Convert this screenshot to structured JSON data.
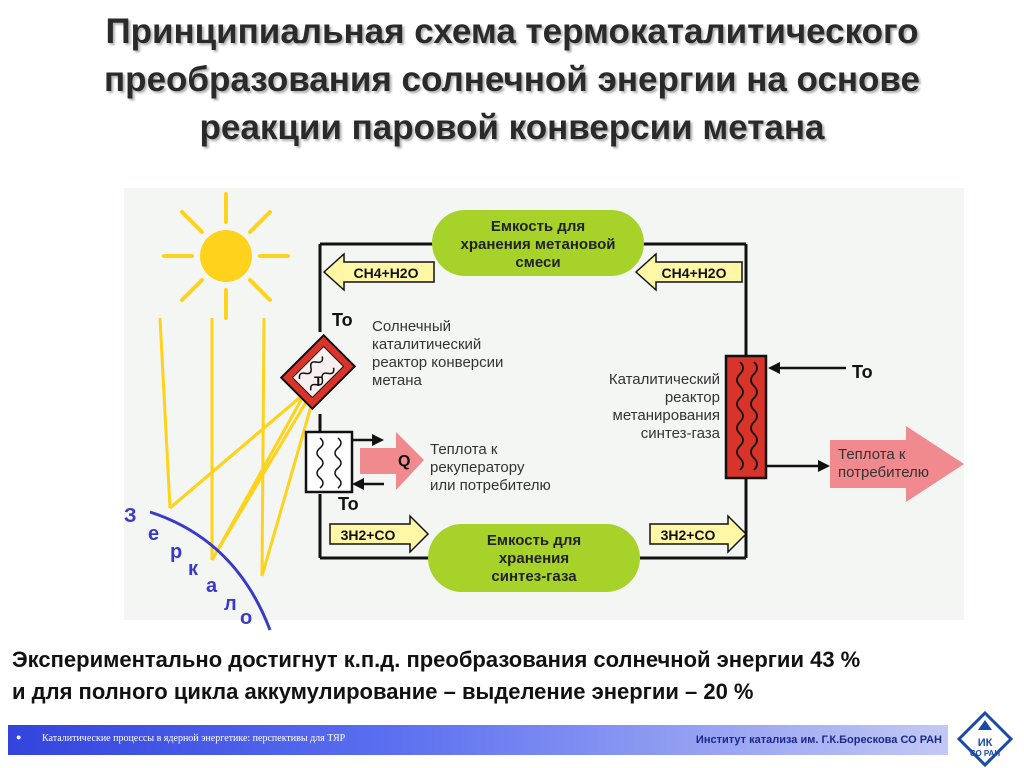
{
  "title": {
    "line1": "Принципиальная схема термокаталитического",
    "line2": "преобразования солнечной энергии на основе",
    "line3": "реакции паровой конверсии метана"
  },
  "diagram": {
    "storage_methane": [
      "Емкость для",
      "хранения метановой",
      "смеси"
    ],
    "storage_syngas": [
      "Емкость для",
      "хранения",
      "синтез-газа"
    ],
    "arrow_ch4_left": "CH4+H2O",
    "arrow_ch4_right": "CH4+H2O",
    "arrow_h2co_left": "3H2+CO",
    "arrow_h2co_right": "3H2+CO",
    "solar_reactor_label": [
      "Солнечный",
      "каталитический",
      "реактор конверсии",
      "метана"
    ],
    "methanation_label": [
      "Каталитический",
      "реактор",
      "метанирования",
      "синтез-газа"
    ],
    "heat_recuperator_label": [
      "Теплота к",
      "рекуператору",
      "или потребителю"
    ],
    "heat_consumer_label": [
      "Теплота к",
      "потребителю"
    ],
    "q_label": "Q",
    "t_reactor": "T",
    "t0_top": "To",
    "t0_bottom": "To",
    "t0_right": "To",
    "mirror_label": [
      "З",
      "е",
      "р",
      "к",
      "а",
      "л",
      "о"
    ]
  },
  "note": {
    "line1": "Экспериментально достигнут к.п.д. преобразования солнечной энергии 43 %",
    "line2": "и для полного цикла аккумулирование – выделение энергии – 20 %"
  },
  "footer": {
    "left": "Каталитические процессы в ядерной энергетике: перспективы для ТЯР",
    "right": "Институт катализа им. Г.К.Борескова СО РАН",
    "logo_line1": "ИК",
    "logo_line2": "СО РАН"
  },
  "colors": {
    "green": "#a6d22a",
    "yellow_arrow": "#fff7a6",
    "red_reactor": "#d8342a",
    "pink_arrow": "#f08a8e",
    "sun": "#ffd21c",
    "mirror": "#3a3ac8"
  }
}
